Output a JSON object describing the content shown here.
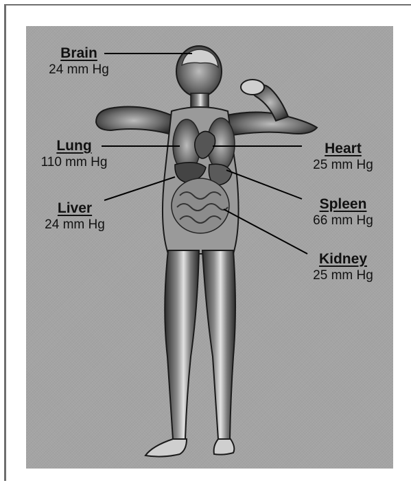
{
  "labels": {
    "brain": {
      "organ": "Brain",
      "pressure": "24 mm Hg"
    },
    "lung": {
      "organ": "Lung",
      "pressure": "110 mm Hg"
    },
    "liver": {
      "organ": "Liver",
      "pressure": "24 mm Hg"
    },
    "heart": {
      "organ": "Heart",
      "pressure": "25 mm Hg"
    },
    "spleen": {
      "organ": "Spleen",
      "pressure": "66 mm Hg"
    },
    "kidney": {
      "organ": "Kidney",
      "pressure": "25 mm Hg"
    }
  },
  "colors": {
    "panel": "#a4a4a4",
    "body": "#d6d6d6",
    "muscle_dark": "#3a3a3a",
    "leader_line": "#000000"
  }
}
